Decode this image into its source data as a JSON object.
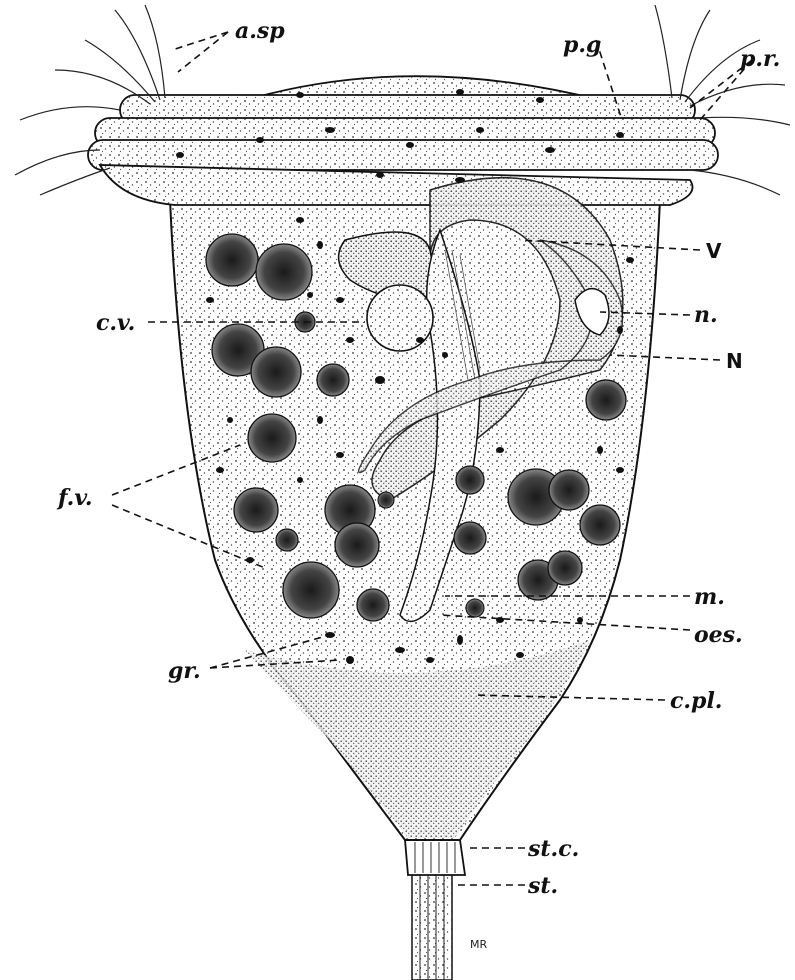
{
  "labels": {
    "a_sp": "a.sp",
    "p_g": "p.g",
    "p_r": "p.r.",
    "V": "V",
    "n": "n.",
    "N": "N",
    "c_v": "c.v.",
    "f_v": "f.v.",
    "m": "m.",
    "oes": "oes.",
    "gr": "gr.",
    "c_pl": "c.pl.",
    "st_c": "st.c.",
    "st": "st.",
    "signature": "MR"
  }
}
